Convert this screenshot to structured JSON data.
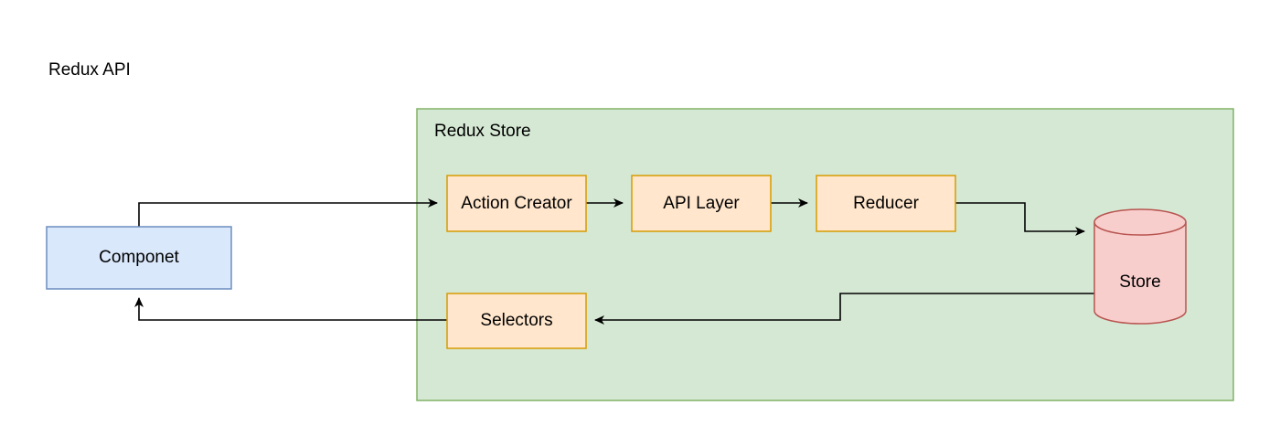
{
  "diagram": {
    "title": "Redux API",
    "store_container": {
      "label": "Redux Store",
      "fill": "#d5e8d4",
      "stroke": "#82b366"
    },
    "nodes": {
      "component": {
        "label": "Componet",
        "fill": "#dae8fc",
        "stroke": "#6c8ebf"
      },
      "action_creator": {
        "label": "Action Creator",
        "fill": "#ffe6cc",
        "stroke": "#d79b00"
      },
      "api_layer": {
        "label": "API Layer",
        "fill": "#ffe6cc",
        "stroke": "#d79b00"
      },
      "reducer": {
        "label": "Reducer",
        "fill": "#ffe6cc",
        "stroke": "#d79b00"
      },
      "selectors": {
        "label": "Selectors",
        "fill": "#ffe6cc",
        "stroke": "#d79b00"
      },
      "store": {
        "label": "Store",
        "fill": "#f8cecc",
        "stroke": "#b85450",
        "shape": "cylinder"
      }
    },
    "edges": [
      {
        "from": "Componet",
        "to": "Action Creator"
      },
      {
        "from": "Action Creator",
        "to": "API Layer"
      },
      {
        "from": "API Layer",
        "to": "Reducer"
      },
      {
        "from": "Reducer",
        "to": "Store"
      },
      {
        "from": "Store",
        "to": "Selectors"
      },
      {
        "from": "Selectors",
        "to": "Componet"
      }
    ]
  }
}
